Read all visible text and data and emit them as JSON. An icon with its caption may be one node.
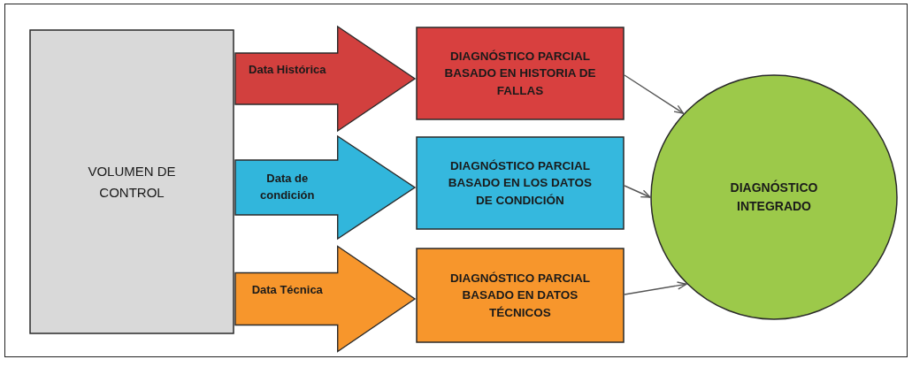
{
  "diagram": {
    "nodes": [
      {
        "text": [
          "VOLUMEN DE CONTROL"
        ]
      },
      {
        "text": [
          "DIAGNÓSTICO PARCIAL BASADO EN HISTORIA DE FALLAS"
        ]
      },
      {
        "text": [
          "DIAGNÓSTICO PARCIAL BASADO EN LOS DATOS DE CONDICIÓN"
        ]
      },
      {
        "text": [
          "DIAGNÓSTICO PARCIAL BASADO EN DATOS TÉCNICOS"
        ]
      },
      {
        "text": [
          "DIAGNÓSTICO INTEGRADO"
        ]
      }
    ],
    "edges": [
      {
        "from": 0,
        "to": 1,
        "arrow": "to",
        "label": "Data Histórica",
        "style": "thick",
        "color": "#d2403e"
      },
      {
        "from": 0,
        "to": 2,
        "arrow": "to",
        "label": "Data de condición",
        "style": "thick",
        "color": "#31b6dc"
      },
      {
        "from": 0,
        "to": 3,
        "arrow": "to",
        "label": "Data Técnica",
        "style": "thick",
        "color": "#f7962c"
      },
      {
        "from": 1,
        "to": 4,
        "arrow": "to"
      },
      {
        "from": 2,
        "to": 4,
        "arrow": "to"
      },
      {
        "from": 3,
        "to": 4,
        "arrow": "to"
      }
    ]
  }
}
